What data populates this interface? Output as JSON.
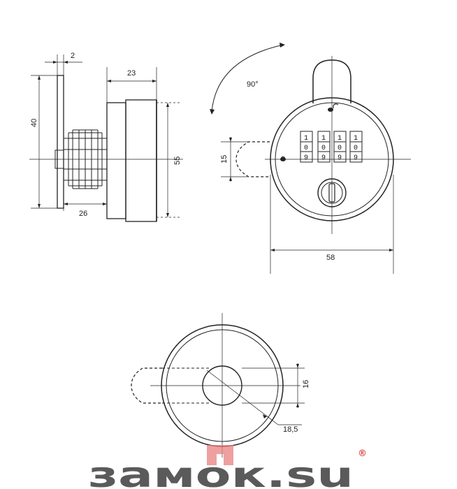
{
  "side_view": {
    "dims": {
      "plate_thickness": "2",
      "body_depth": "23",
      "plate_height": "40",
      "body_height": "55",
      "shaft_length": "26"
    }
  },
  "front_view": {
    "rotation_label": "90°",
    "cam_width": "15",
    "diameter": "58",
    "dials": [
      {
        "top": "1",
        "mid": "0",
        "bottom": "9"
      },
      {
        "top": "1",
        "mid": "0",
        "bottom": "9"
      },
      {
        "top": "1",
        "mid": "0",
        "bottom": "9"
      },
      {
        "top": "1",
        "mid": "0",
        "bottom": "9"
      }
    ]
  },
  "rear_view": {
    "cam_width": "16",
    "radius": "18,5"
  },
  "logo": {
    "text": "замок.su",
    "mark": "®",
    "colors": {
      "main": "#5a5a5a",
      "accent": "#d9534f"
    }
  }
}
